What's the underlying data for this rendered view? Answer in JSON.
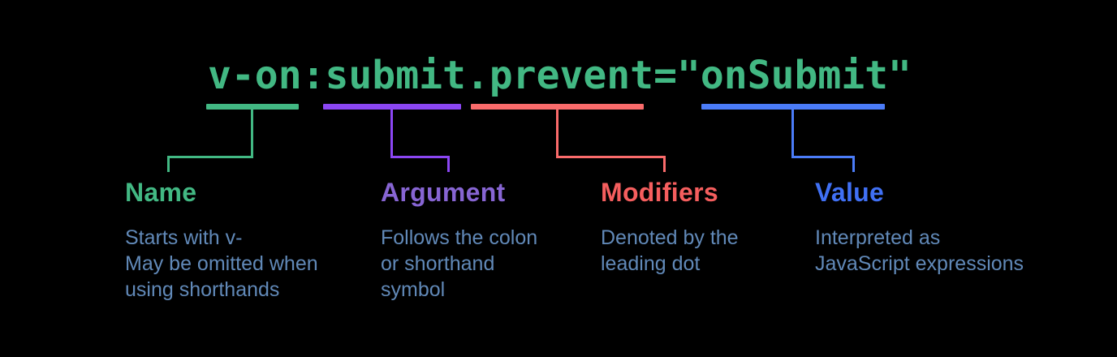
{
  "diagram": {
    "background_color": "#000000",
    "code": {
      "text": "v-on:submit.prevent=\"onSubmit\"",
      "color": "#42b883"
    },
    "description_color": "#6189b8",
    "parts": [
      {
        "label": "Name",
        "accent_color": "#42b883",
        "label_color": "#42b883",
        "description_lines": [
          "Starts with v-",
          "May be omitted when",
          "using shorthands"
        ]
      },
      {
        "label": "Argument",
        "accent_color": "#8b46f3",
        "label_color": "#8765d3",
        "description_lines": [
          "Follows the colon",
          "or shorthand",
          "symbol"
        ]
      },
      {
        "label": "Modifiers",
        "accent_color": "#fa6b6b",
        "label_color": "#f55e5e",
        "description_lines": [
          "Denoted by the",
          "leading dot"
        ]
      },
      {
        "label": "Value",
        "accent_color": "#4b7cf8",
        "label_color": "#4070f4",
        "description_lines": [
          "Interpreted as",
          "JavaScript expressions"
        ]
      }
    ]
  }
}
